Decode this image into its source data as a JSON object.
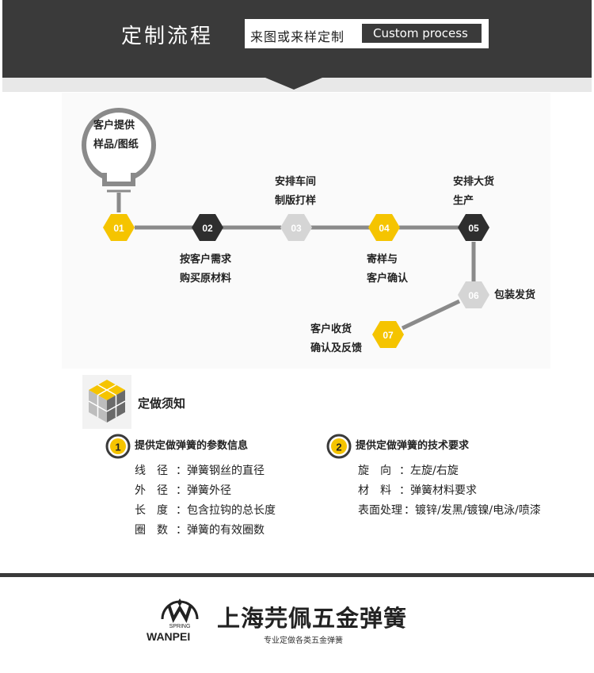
{
  "header": {
    "title": "定制流程",
    "subtitle_cn": "来图或来样定制",
    "subtitle_en": "Custom process"
  },
  "flow": {
    "bulb_label_1": "客户提供",
    "bulb_label_2": "样品/图纸",
    "steps": [
      {
        "num": "01",
        "color": "#f5c400",
        "text_color": "#ffffff"
      },
      {
        "num": "02",
        "color": "#2e2e2e",
        "text_color": "#ffffff",
        "label_1": "按客户需求",
        "label_2": "购买原材料"
      },
      {
        "num": "03",
        "color": "#d5d5d5",
        "text_color": "#ffffff",
        "label_1": "安排车间",
        "label_2": "制版打样"
      },
      {
        "num": "04",
        "color": "#f5c400",
        "text_color": "#ffffff",
        "label_1": "寄样与",
        "label_2": "客户确认"
      },
      {
        "num": "05",
        "color": "#2e2e2e",
        "text_color": "#ffffff",
        "label_1": "安排大货",
        "label_2": "生产"
      },
      {
        "num": "06",
        "color": "#d5d5d5",
        "text_color": "#ffffff",
        "label_1": "包装发货"
      },
      {
        "num": "07",
        "color": "#f5c400",
        "text_color": "#ffffff",
        "label_1": "客户收货",
        "label_2": "确认及反馈"
      }
    ]
  },
  "notes": {
    "title": "定做须知",
    "section1": {
      "num": "1",
      "heading": "提供定做弹簧的参数信息",
      "items": [
        {
          "k": "线　径",
          "v": "：弹簧钢丝的直径"
        },
        {
          "k": "外　径",
          "v": "：弹簧外径"
        },
        {
          "k": "长　度",
          "v": "：包含拉钩的总长度"
        },
        {
          "k": "圈　数",
          "v": "：弹簧的有效圈数"
        }
      ]
    },
    "section2": {
      "num": "2",
      "heading": "提供定做弹簧的技术要求",
      "items": [
        {
          "k": "旋　向",
          "v": "：左旋/右旋"
        },
        {
          "k": "材　料",
          "v": "：弹簧材料要求"
        },
        {
          "k": "表面处理",
          "v": "：镀锌/发黑/镀镍/电泳/喷漆"
        }
      ]
    }
  },
  "footer": {
    "logo_text": "SPRING",
    "logo_name": "WANPEI",
    "brand": "上海芫佩五金弹簧",
    "slogan": "专业定做各类五金弹簧"
  },
  "colors": {
    "dark": "#3a3a3a",
    "yellow": "#f5c400",
    "gray": "#d5d5d5",
    "line": "#8a8a8a"
  }
}
